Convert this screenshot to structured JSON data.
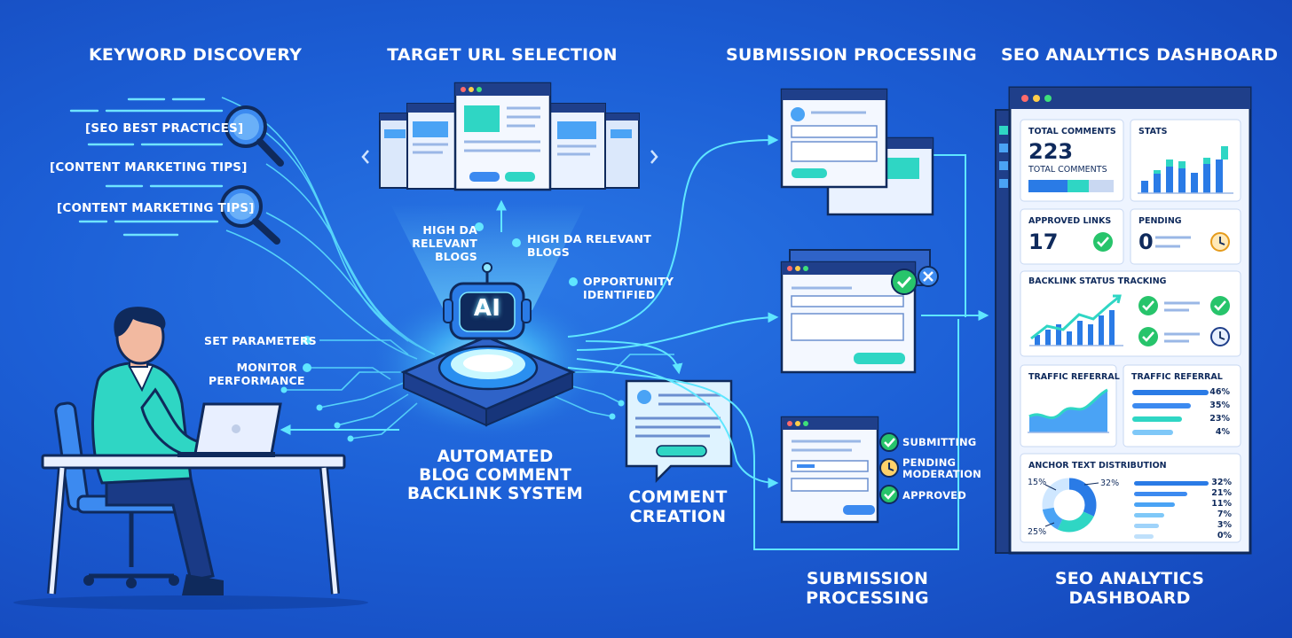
{
  "sections": {
    "keyword_discovery": "KEYWORD DISCOVERY",
    "target_url_selection": "TARGET URL SELECTION",
    "submission_processing": "SUBMISSION PROCESSING",
    "seo_analytics_dashboard": "SEO ANALYTICS DASHBOARD",
    "submission_processing_bottom": "SUBMISSION\nPROCESSING",
    "seo_analytics_dashboard_bottom": "SEO ANALYTICS\nDASHBOARD"
  },
  "keywords": [
    "[SEO BEST PRACTICES]",
    "[CONTENT MARKETING TIPS]",
    "[CONTENT MARKETING TIPS]"
  ],
  "center": {
    "ai_chip": "AI",
    "system_title": "AUTOMATED\nBLOG COMMENT\nBACKLINK SYSTEM",
    "high_da_left": "HIGH DA\nRELEVANT BLOGS",
    "high_da_right": "HIGH DA RELEVANT\nBLOGS",
    "opportunity": "OPPORTUNITY\nIDENTIFIED",
    "set_parameters": "SET PARAMETERS",
    "monitor_performance": "MONITOR\nPERFORMANCE",
    "comment_creation": "COMMENT\nCREATION"
  },
  "submission_statuses": [
    "SUBMITTING",
    "PENDING\nMODERATION",
    "APPROVED"
  ],
  "dashboard": {
    "total_comments_title": "TOTAL COMMENTS",
    "total_comments_value": "223",
    "total_comments_sub": "TOTAL COMMENTS",
    "stats_title": "STATS",
    "approved_links_title": "APPROVED LINKS",
    "approved_links_value": "17",
    "pending_title": "PENDING",
    "pending_value": "0",
    "backlink_tracking_title": "BACKLINK STATUS TRACKING",
    "traffic_referral_title_1": "TRAFFIC REFERRAL",
    "traffic_referral_title_2": "TRAFFIC REFERRAL",
    "traffic_referral_percents": [
      "46%",
      "35%",
      "23%",
      "4%"
    ],
    "anchor_text_title": "ANCHOR TEXT DISTRIBUTION",
    "anchor_donut_labels": [
      "15%",
      "32%",
      "25%"
    ],
    "anchor_percents": [
      "32%",
      "21%",
      "11%",
      "7%",
      "3%",
      "0%"
    ]
  },
  "colors": {
    "background": "#1c5fd6",
    "glow": "#5fe6ff",
    "teal": "#2fd6c4",
    "green": "#27c46b",
    "navy": "#0f2a5c",
    "card_header": "#1f3f8a"
  }
}
